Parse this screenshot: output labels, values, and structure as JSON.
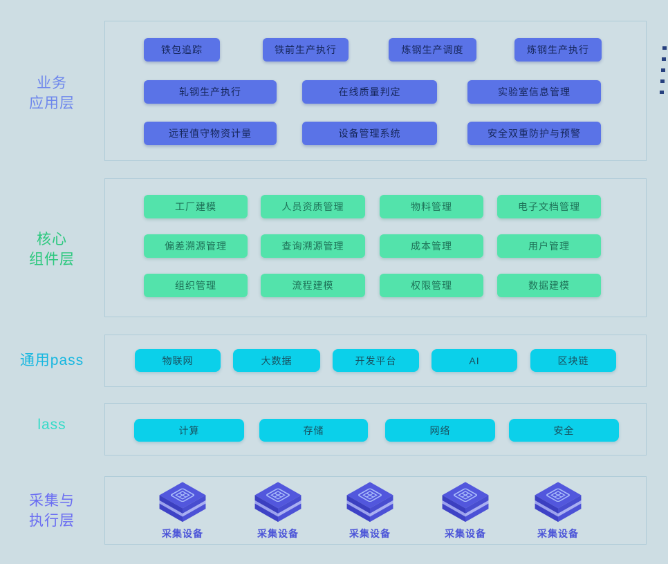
{
  "colors": {
    "background": "#cddde3",
    "panel_border": "#aecbd8",
    "business_button": "#5a73e7",
    "core_button": "#53e3ab",
    "paas_button": "#0bd0ea",
    "iaas_button": "#0bd0ea",
    "business_label": "#6d86ec",
    "core_label": "#2bc87e",
    "paas_label": "#16b7e0",
    "iaas_label": "#35dbc8",
    "collection_label": "#6a6df2",
    "device_label_text": "#4c55d8",
    "device_cube_top": "#5257dd",
    "decor_square": "#26407e"
  },
  "layers": [
    {
      "title": [
        "业务",
        "应用层"
      ],
      "buttons": [
        "铁包追踪",
        "铁前生产执行",
        "炼钢生产调度",
        "炼钢生产执行",
        "轧钢生产执行",
        "在线质量判定",
        "实验室信息管理",
        "远程值守物资计量",
        "设备管理系统",
        "安全双重防护与预警"
      ]
    },
    {
      "title": [
        "核心",
        "组件层"
      ],
      "buttons": [
        "工厂建模",
        "人员资质管理",
        "物料管理",
        "电子文档管理",
        "偏差溯源管理",
        "查询溯源管理",
        "成本管理",
        "用户管理",
        "组织管理",
        "流程建模",
        "权限管理",
        "数据建模"
      ]
    },
    {
      "title": [
        "通用pass"
      ],
      "buttons": [
        "物联网",
        "大数据",
        "开发平台",
        "AI",
        "区块链"
      ]
    },
    {
      "title": [
        "lass"
      ],
      "buttons": [
        "计算",
        "存储",
        "网络",
        "安全"
      ]
    },
    {
      "title": [
        "采集与",
        "执行层"
      ],
      "devices": [
        "采集设备",
        "采集设备",
        "采集设备",
        "采集设备",
        "采集设备"
      ]
    }
  ]
}
